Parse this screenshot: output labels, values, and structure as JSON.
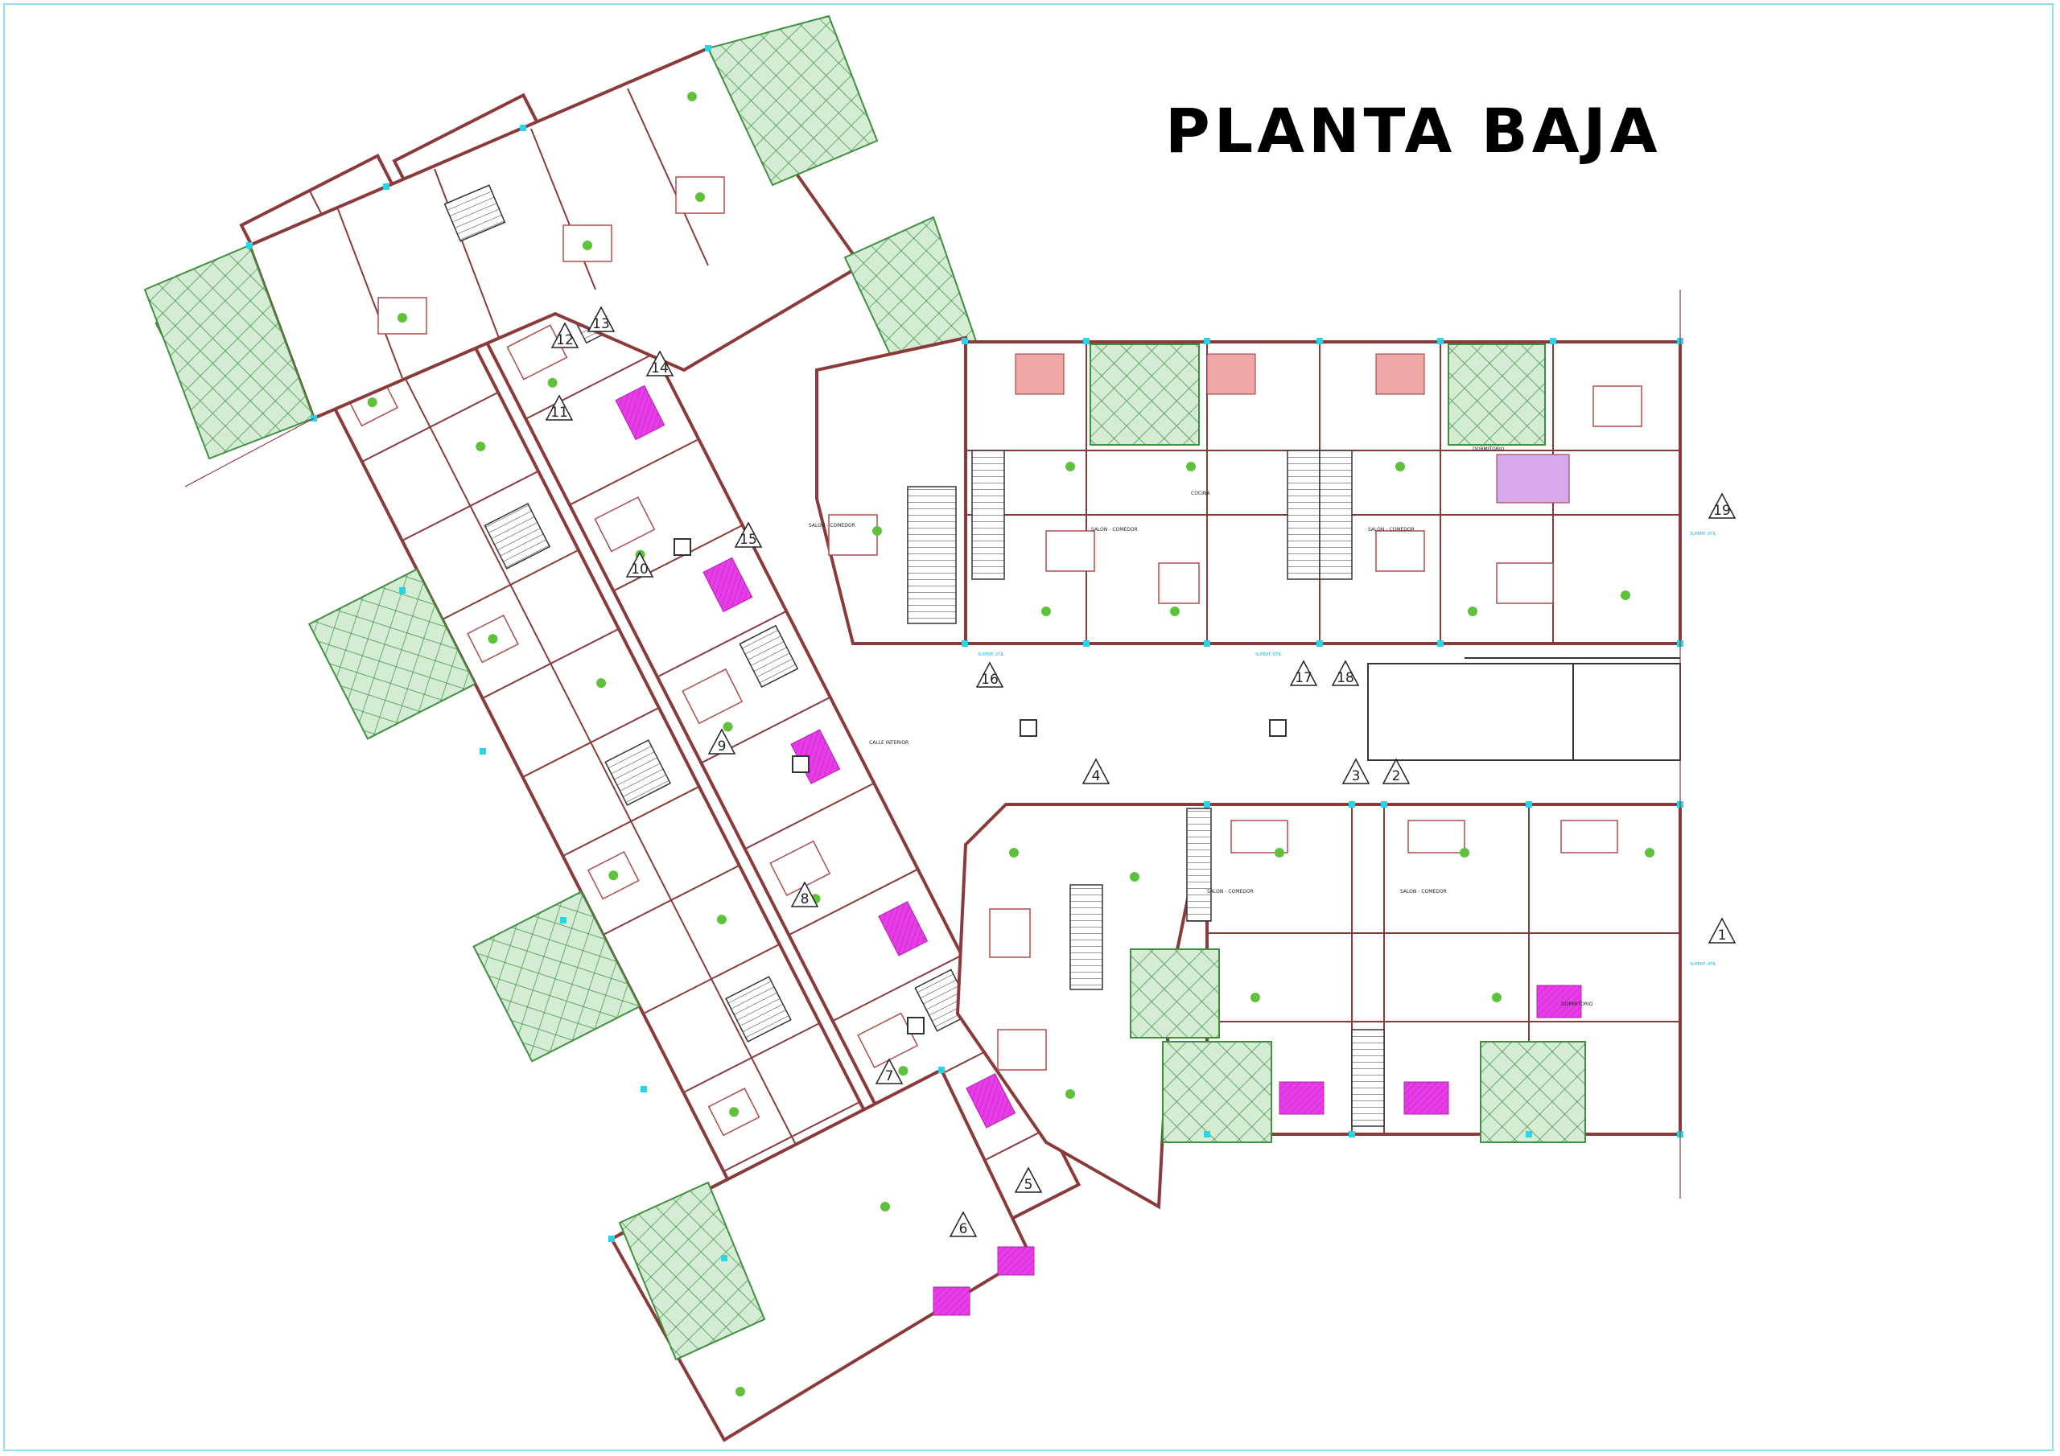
{
  "title": "PLANTA BAJA",
  "colors": {
    "wall": "#8b3a3a",
    "garden_fill": "#d3ecd3",
    "garden_line": "#3f8f3f",
    "bed_fill": "#e83ce8",
    "plant": "#5dc23a",
    "column": "#26d6e6",
    "stair": "#333333",
    "furniture": "#b04b4b"
  },
  "markers": [
    "1",
    "2",
    "3",
    "4",
    "5",
    "6",
    "7",
    "8",
    "9",
    "10",
    "11",
    "12",
    "13",
    "14",
    "15",
    "16",
    "17",
    "18",
    "19"
  ],
  "central_label": "CALLE INTERIOR"
}
